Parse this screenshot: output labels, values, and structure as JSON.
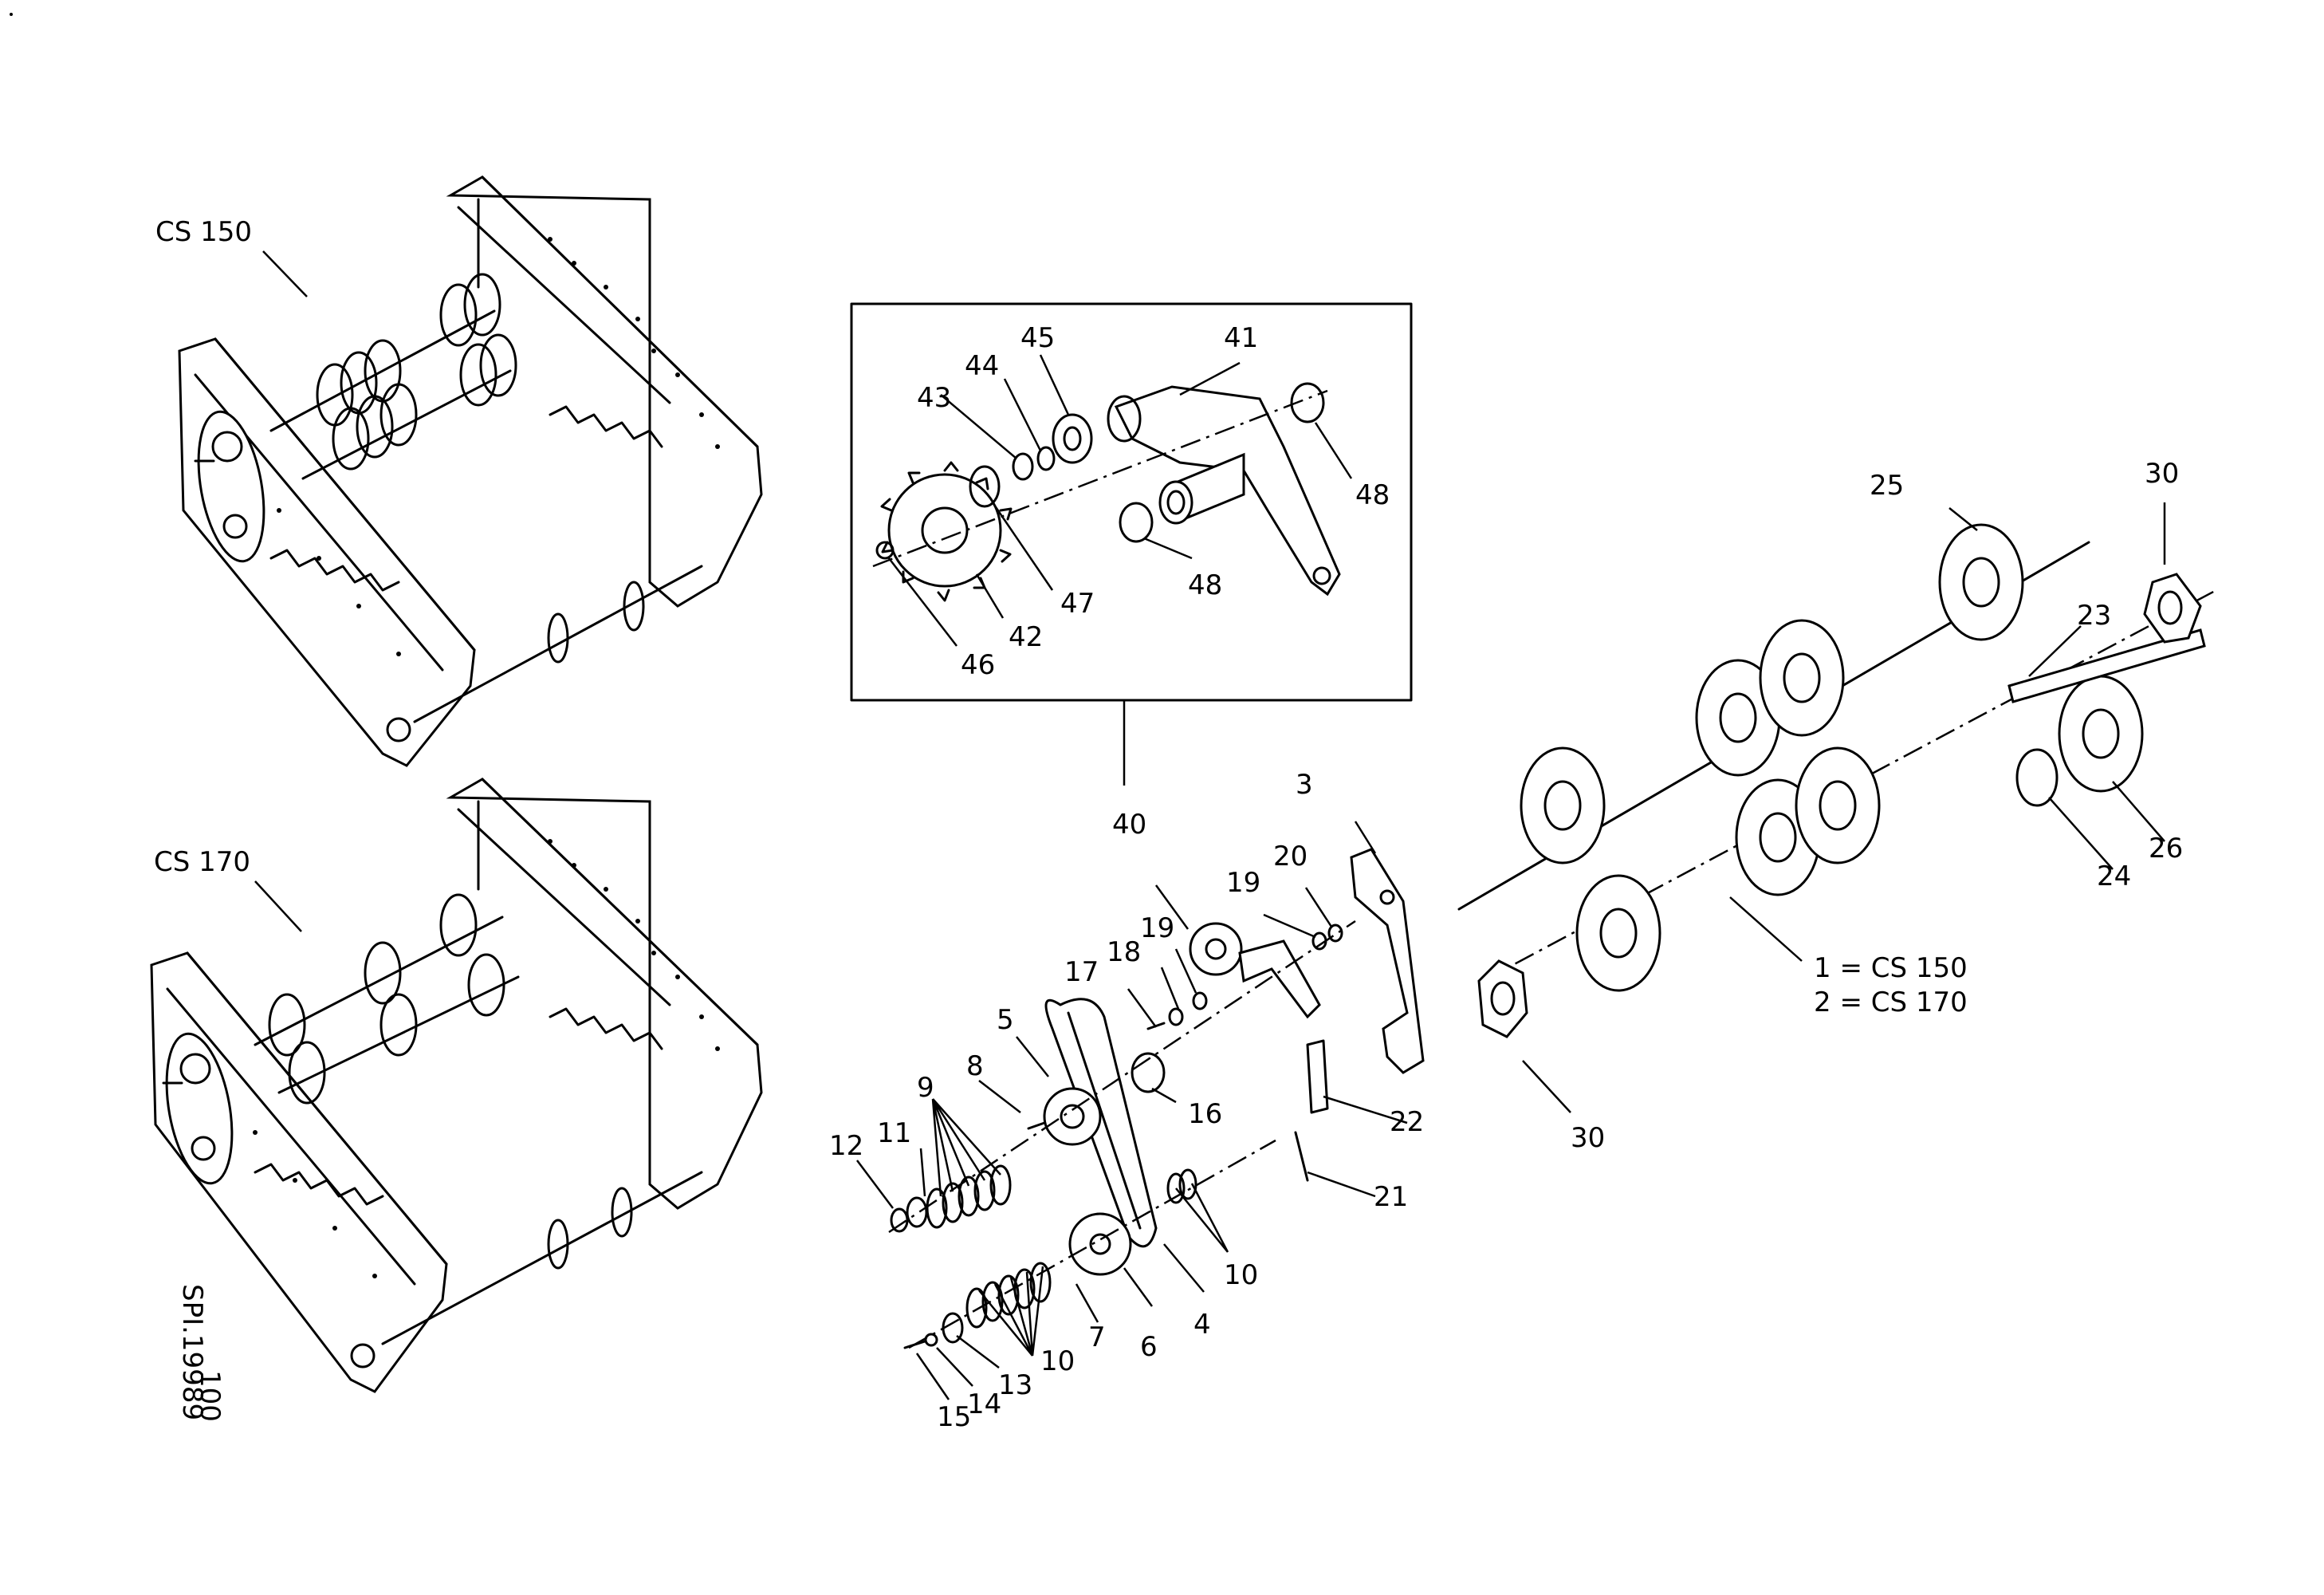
{
  "variants": {
    "upper": "CS 150",
    "lower": "CS 170"
  },
  "shaft_legend": {
    "line1": "1 = CS 150",
    "line2": "2 = CS 170"
  },
  "drawing_code": {
    "code": "SPI.19989",
    "revision": "100"
  },
  "callouts": {
    "c3": "3",
    "c4": "4",
    "c5": "5",
    "c6": "6",
    "c7": "7",
    "c8": "8",
    "c9": "9",
    "c10a": "10",
    "c10b": "10",
    "c11": "11",
    "c12": "12",
    "c13": "13",
    "c14": "14",
    "c15": "15",
    "c16": "16",
    "c17": "17",
    "c18": "18",
    "c19a": "19",
    "c19b": "19",
    "c20": "20",
    "c21": "21",
    "c22": "22",
    "c23": "23",
    "c24": "24",
    "c25": "25",
    "c26": "26",
    "c30a": "30",
    "c30b": "30",
    "c40": "40",
    "c41": "41",
    "c42": "42",
    "c43": "43",
    "c44": "44",
    "c45": "45",
    "c46": "46",
    "c47": "47",
    "c48a": "48",
    "c48b": "48"
  }
}
